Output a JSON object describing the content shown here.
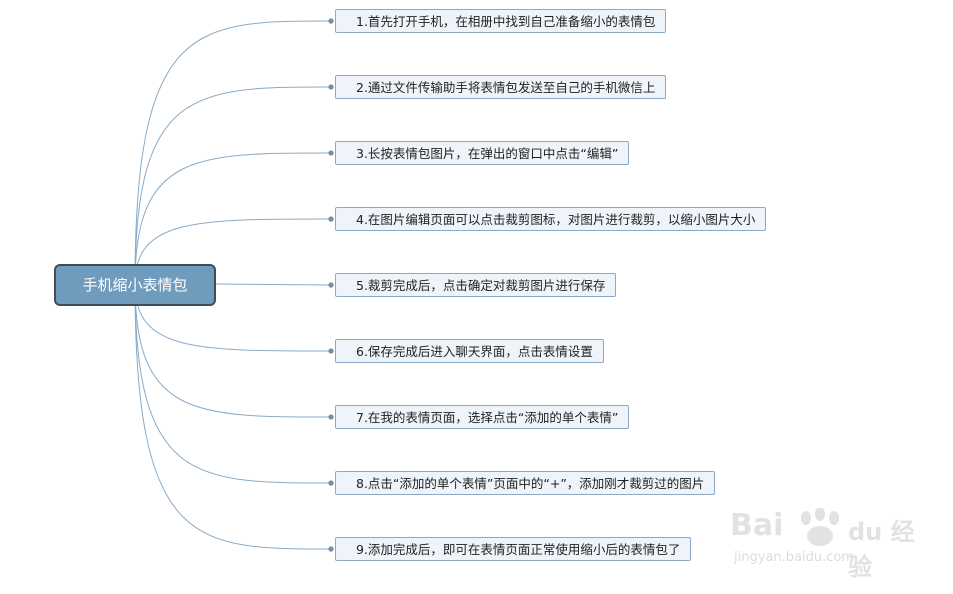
{
  "root": {
    "label": "手机缩小表情包"
  },
  "steps": [
    "1.首先打开手机，在相册中找到自己准备缩小的表情包",
    "2.通过文件传输助手将表情包发送至自己的手机微信上",
    "3.长按表情包图片，在弹出的窗口中点击“编辑”",
    "4.在图片编辑页面可以点击裁剪图标，对图片进行裁剪，以缩小图片大小",
    "5.裁剪完成后，点击确定对裁剪图片进行保存",
    "6.保存完成后进入聊天界面，点击表情设置",
    "7.在我的表情页面，选择点击“添加的单个表情”",
    "8.点击“添加的单个表情”页面中的“+”，添加刚才裁剪过的图片",
    "9.添加完成后，即可在表情页面正常使用缩小后的表情包了"
  ],
  "watermark": {
    "brand": "Bai",
    "brand2": "du 经验",
    "url": "jingyan.baidu.com"
  },
  "colors": {
    "root_fill": "#6f9bbd",
    "root_border": "#3d4d5a",
    "connector": "#8aaac6",
    "step_fill": "#eef4f9"
  }
}
